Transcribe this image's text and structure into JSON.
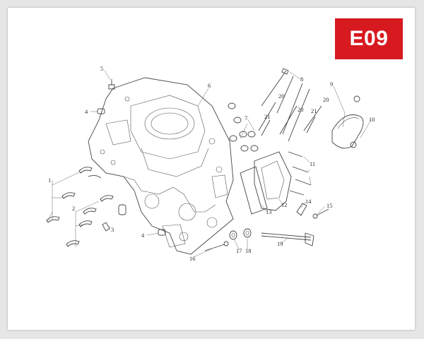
{
  "badge": {
    "label": "E09",
    "color": "#d71920"
  },
  "callouts": [
    {
      "id": "c1",
      "text": "1"
    },
    {
      "id": "c2",
      "text": "2"
    },
    {
      "id": "c3",
      "text": "3"
    },
    {
      "id": "c4a",
      "text": "4"
    },
    {
      "id": "c4b",
      "text": "4"
    },
    {
      "id": "c5",
      "text": "5"
    },
    {
      "id": "c6",
      "text": "6"
    },
    {
      "id": "c7",
      "text": "7"
    },
    {
      "id": "c8",
      "text": "8"
    },
    {
      "id": "c9",
      "text": "9"
    },
    {
      "id": "c10",
      "text": "10"
    },
    {
      "id": "c11",
      "text": "11"
    },
    {
      "id": "c12",
      "text": "12"
    },
    {
      "id": "c13",
      "text": "13"
    },
    {
      "id": "c14",
      "text": "14"
    },
    {
      "id": "c15",
      "text": "15"
    },
    {
      "id": "c16",
      "text": "16"
    },
    {
      "id": "c17",
      "text": "17"
    },
    {
      "id": "c18",
      "text": "18"
    },
    {
      "id": "c19",
      "text": "19"
    },
    {
      "id": "c20a",
      "text": "20"
    },
    {
      "id": "c20b",
      "text": "20"
    },
    {
      "id": "c20c",
      "text": "20"
    },
    {
      "id": "c21a",
      "text": "21"
    },
    {
      "id": "c21b",
      "text": "21"
    }
  ]
}
